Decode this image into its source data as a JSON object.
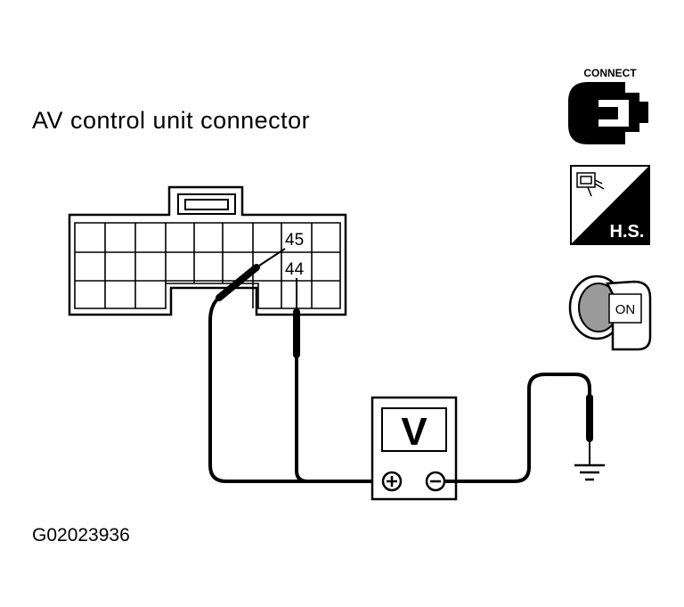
{
  "title": "AV control unit connector",
  "connector": {
    "pins": [
      "45",
      "44"
    ]
  },
  "meter": {
    "label": "V",
    "positive": "⊕",
    "negative": "⊖"
  },
  "icons": {
    "connect": {
      "label": "CONNECT",
      "icon": "connector-icon"
    },
    "harness_side": {
      "label": "H.S.",
      "icon": "harness-side-icon"
    },
    "ignition": {
      "label": "ON",
      "icon": "ignition-key-on-icon"
    }
  },
  "figure_code": "G02023936"
}
